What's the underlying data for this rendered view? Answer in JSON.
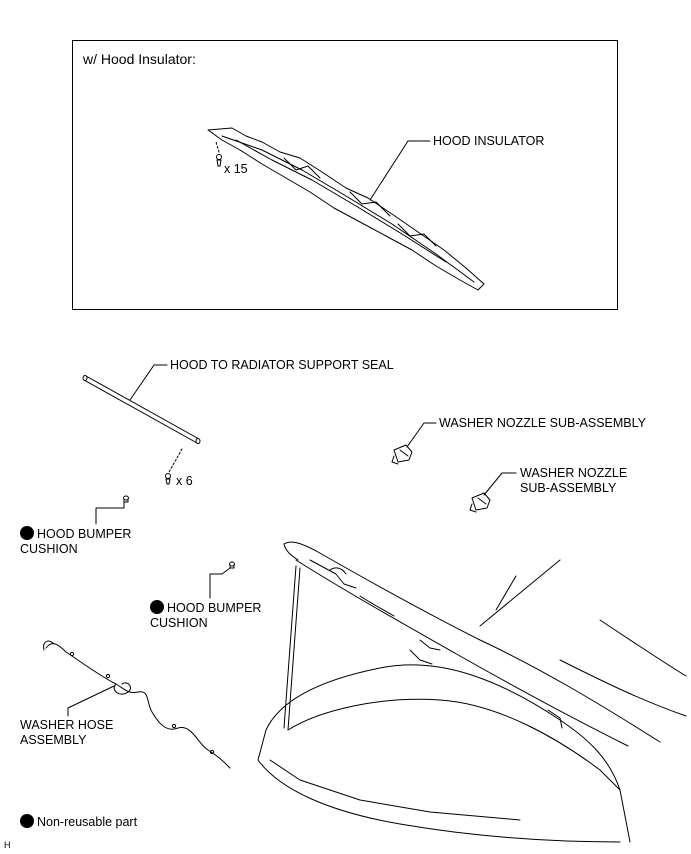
{
  "inset": {
    "title": "w/ Hood Insulator:",
    "part_label": "HOOD INSULATOR",
    "clip_qty": "x 15"
  },
  "labels": {
    "radiator_seal": "HOOD TO RADIATOR SUPPORT SEAL",
    "seal_clip_qty": "x 6",
    "washer_nozzle_1": "WASHER NOZZLE SUB-ASSEMBLY",
    "washer_nozzle_2": "WASHER NOZZLE\nSUB-ASSEMBLY",
    "bumper_cushion_1": "HOOD BUMPER\nCUSHION",
    "bumper_cushion_2": "HOOD BUMPER\nCUSHION",
    "washer_hose": "WASHER HOSE\nASSEMBLY"
  },
  "legend": {
    "non_reusable": "Non-reusable part"
  },
  "corner_code": "H"
}
